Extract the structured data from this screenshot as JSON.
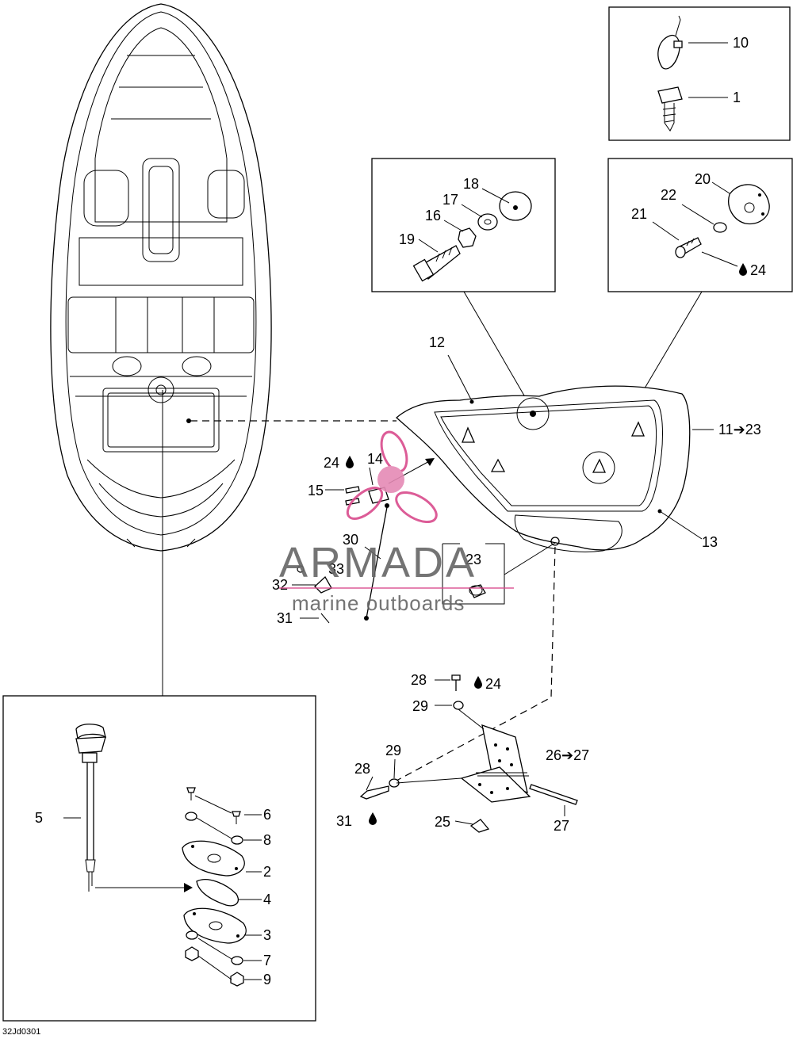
{
  "diagram": {
    "reference_code": "32Jd0301",
    "watermark": {
      "title": "ARMADA",
      "subtitle": "marine outboards",
      "accent_color": "#d94b8c",
      "text_color": "#666666"
    },
    "callouts": {
      "c1": "1",
      "c2": "2",
      "c3": "3",
      "c4": "4",
      "c5": "5",
      "c6": "6",
      "c7": "7",
      "c8": "8",
      "c9": "9",
      "c10": "10",
      "c11": "11➔23",
      "c12": "12",
      "c13": "13",
      "c14": "14",
      "c15": "15",
      "c16": "16",
      "c17": "17",
      "c18": "18",
      "c19": "19",
      "c20": "20",
      "c21": "21",
      "c22": "22",
      "c23": "23",
      "c24a": "24",
      "c24b": "24",
      "c24c": "24",
      "c25": "25",
      "c26": "26➔27",
      "c27": "27",
      "c28a": "28",
      "c28b": "28",
      "c29a": "29",
      "c29b": "29",
      "c30": "30",
      "c31a": "31",
      "c31b": "31",
      "c32": "32",
      "c33": "33"
    },
    "icons": {
      "thread_locker": "drop-icon",
      "arrow": "arrow-right-icon"
    }
  }
}
